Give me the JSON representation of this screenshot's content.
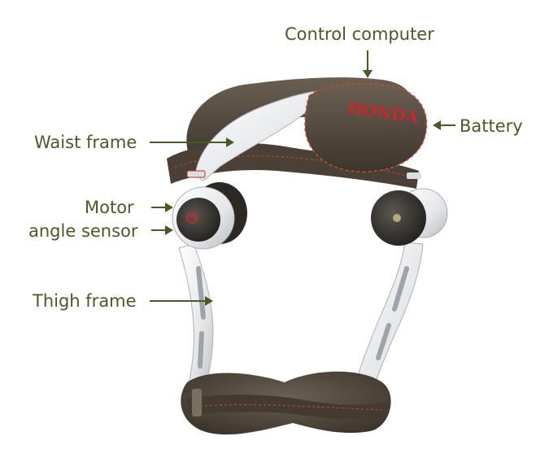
{
  "labels": {
    "control_computer": "Control computer",
    "battery": "Battery",
    "waist_frame": "Waist frame",
    "motor": "Motor",
    "angle_sensor": "angle sensor",
    "thigh_frame": "Thigh frame"
  },
  "device": {
    "brand_text": "HONDA"
  },
  "colors": {
    "label_text": "#4a5a26",
    "arrow": "#4a5a26",
    "fabric": "#4f4538",
    "frame": "#e9ebec",
    "brand_red": "#c8282c"
  }
}
